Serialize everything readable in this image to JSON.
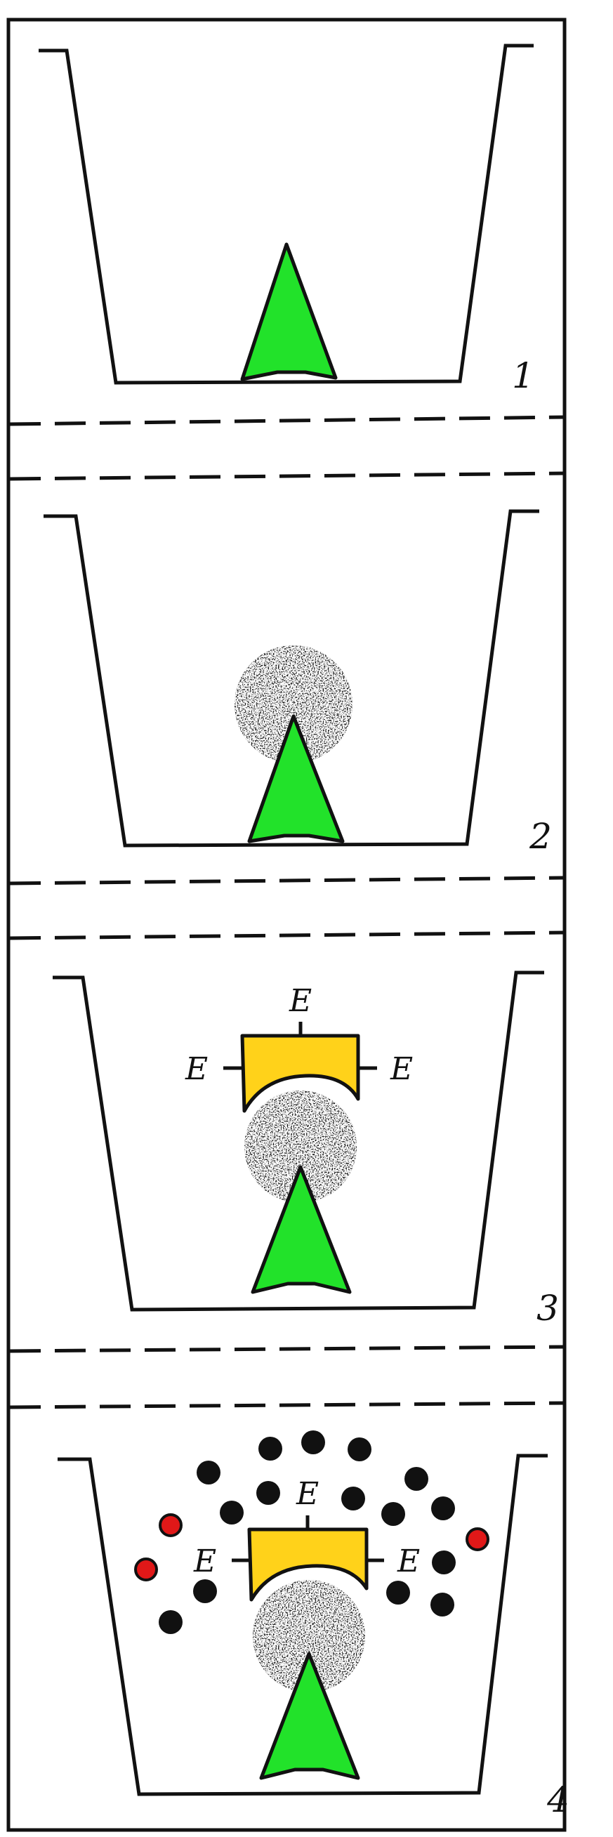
{
  "panels": [
    {
      "number": "1",
      "antibody": false,
      "enzyme": false,
      "product": false
    },
    {
      "number": "2",
      "antibody": true,
      "enzyme": false,
      "product": false
    },
    {
      "number": "3",
      "antibody": true,
      "enzyme": true,
      "product": false
    },
    {
      "number": "4",
      "antibody": true,
      "enzyme": true,
      "product": true
    }
  ],
  "enzyme_label": "E",
  "colors": {
    "outline": "#111111",
    "antigen": "#22e22a",
    "antibody": "#1b1b1b",
    "enzyme": "#ffd21a",
    "product_dark": "#111111",
    "product_red": "#e01818"
  }
}
